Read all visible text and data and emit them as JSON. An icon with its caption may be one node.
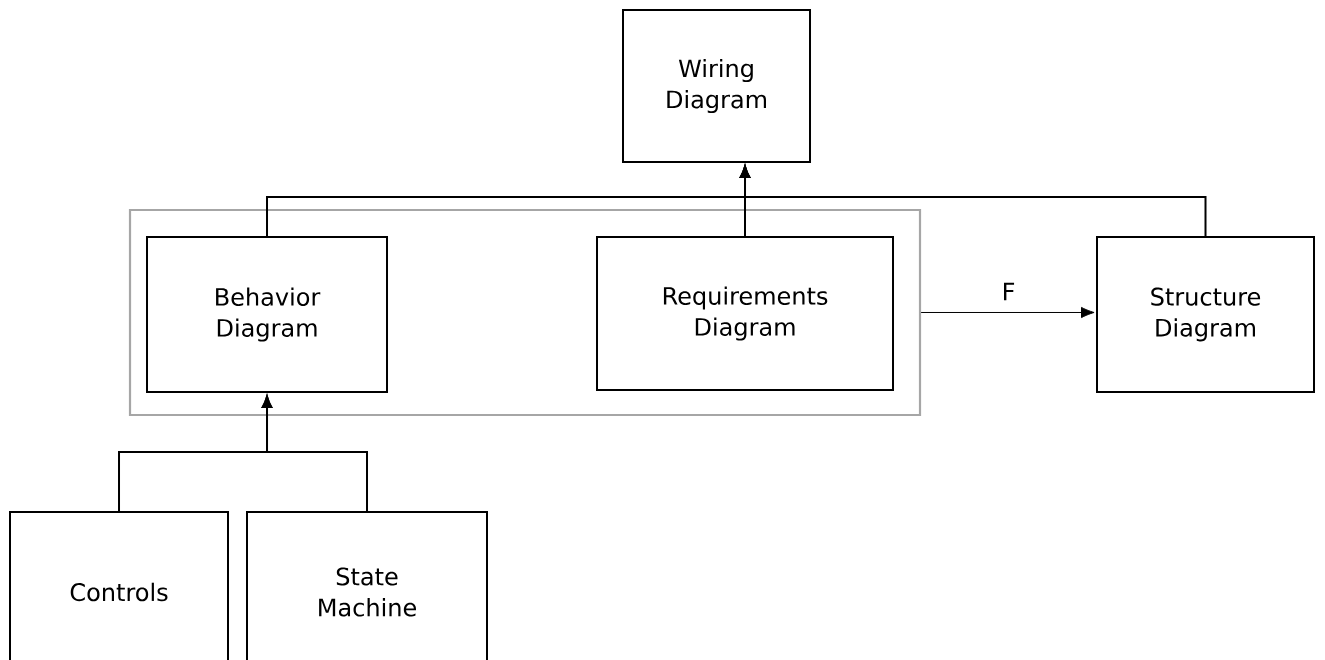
{
  "diagram": {
    "nodes": [
      {
        "text": [
          "Wiring Diagram"
        ]
      },
      {
        "text": [],
        "shape": "box"
      },
      {
        "text": [
          "Behavior Diagram"
        ],
        "in": 1
      },
      {
        "text": [
          "Requirements Diagram"
        ],
        "in": 1
      },
      {
        "text": [
          "Structure Diagram"
        ]
      },
      {
        "text": [
          "Controls"
        ]
      },
      {
        "text": [
          "State Machine"
        ]
      }
    ],
    "edges": [
      {
        "from": 2,
        "to": 0,
        "arrow": "to"
      },
      {
        "from": 3,
        "to": 0,
        "arrow": "to"
      },
      {
        "from": 4,
        "to": 0,
        "arrow": "to"
      },
      {
        "from": 1,
        "to": 4,
        "arrow": "to",
        "label": "F"
      },
      {
        "from": 5,
        "to": 2,
        "arrow": "to"
      },
      {
        "from": 6,
        "to": 2,
        "arrow": "to"
      }
    ]
  }
}
